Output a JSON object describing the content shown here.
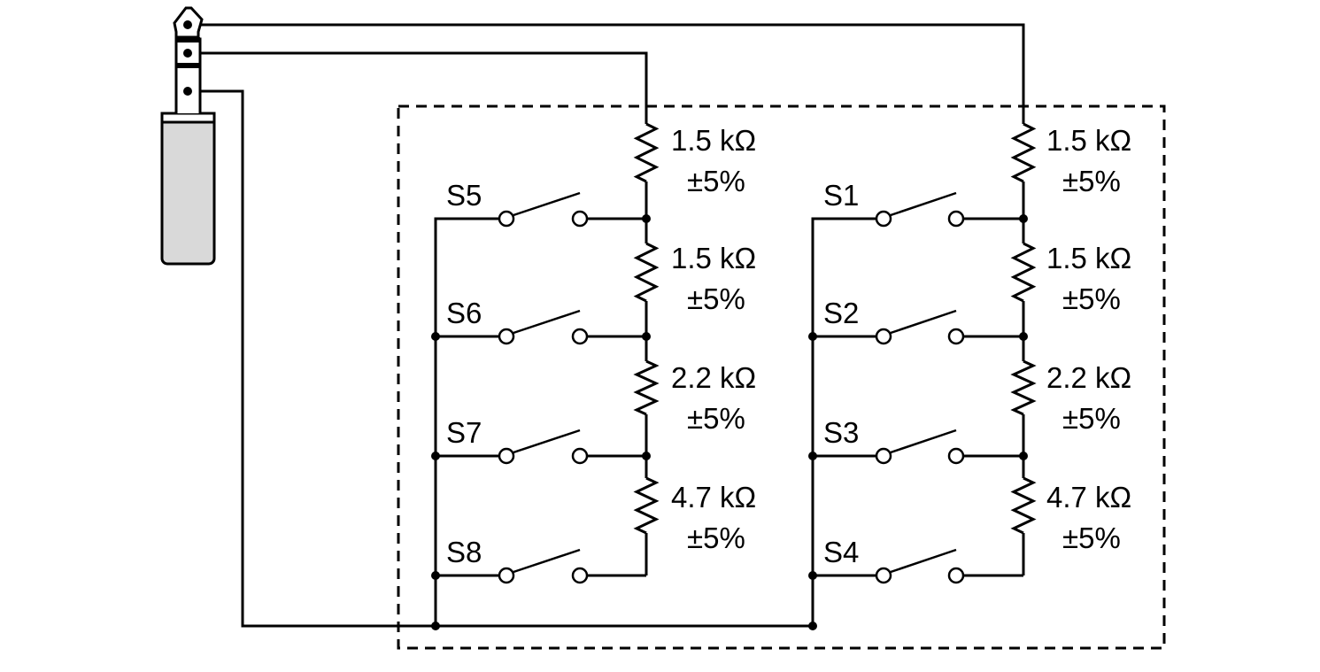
{
  "colors": {
    "line": "#000000",
    "plug_body": "#d9d9d9",
    "background": "#ffffff"
  },
  "jack": {
    "contacts": [
      "tip",
      "ring",
      "sleeve"
    ]
  },
  "groups": [
    {
      "name": "left",
      "switches": [
        "S5",
        "S6",
        "S7",
        "S8"
      ],
      "resistors": [
        {
          "value": "1.5 kΩ",
          "tolerance": "±5%"
        },
        {
          "value": "1.5 kΩ",
          "tolerance": "±5%"
        },
        {
          "value": "2.2 kΩ",
          "tolerance": "±5%"
        },
        {
          "value": "4.7 kΩ",
          "tolerance": "±5%"
        }
      ]
    },
    {
      "name": "right",
      "switches": [
        "S1",
        "S2",
        "S3",
        "S4"
      ],
      "resistors": [
        {
          "value": "1.5 kΩ",
          "tolerance": "±5%"
        },
        {
          "value": "1.5 kΩ",
          "tolerance": "±5%"
        },
        {
          "value": "2.2 kΩ",
          "tolerance": "±5%"
        },
        {
          "value": "4.7 kΩ",
          "tolerance": "±5%"
        }
      ]
    }
  ]
}
